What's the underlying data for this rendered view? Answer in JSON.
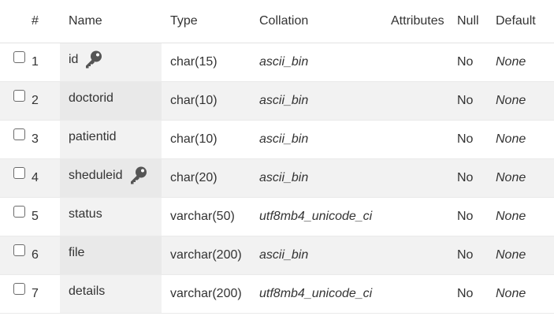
{
  "headers": {
    "num": "#",
    "name": "Name",
    "type": "Type",
    "collation": "Collation",
    "attributes": "Attributes",
    "null": "Null",
    "default": "Default"
  },
  "rows": [
    {
      "num": "1",
      "name": "id",
      "type": "char(15)",
      "collation": "ascii_bin",
      "attributes": "",
      "null": "No",
      "default": "None",
      "key_icon": "key-icon"
    },
    {
      "num": "2",
      "name": "doctorid",
      "type": "char(10)",
      "collation": "ascii_bin",
      "attributes": "",
      "null": "No",
      "default": "None",
      "key_icon": ""
    },
    {
      "num": "3",
      "name": "patientid",
      "type": "char(10)",
      "collation": "ascii_bin",
      "attributes": "",
      "null": "No",
      "default": "None",
      "key_icon": ""
    },
    {
      "num": "4",
      "name": "sheduleid",
      "type": "char(20)",
      "collation": "ascii_bin",
      "attributes": "",
      "null": "No",
      "default": "None",
      "key_icon": "key-icon"
    },
    {
      "num": "5",
      "name": "status",
      "type": "varchar(50)",
      "collation": "utf8mb4_unicode_ci",
      "attributes": "",
      "null": "No",
      "default": "None",
      "key_icon": ""
    },
    {
      "num": "6",
      "name": "file",
      "type": "varchar(200)",
      "collation": "ascii_bin",
      "attributes": "",
      "null": "No",
      "default": "None",
      "key_icon": ""
    },
    {
      "num": "7",
      "name": "details",
      "type": "varchar(200)",
      "collation": "utf8mb4_unicode_ci",
      "attributes": "",
      "null": "No",
      "default": "None",
      "key_icon": ""
    }
  ],
  "colors": {
    "row_alt": "#f2f2f2",
    "name_cell_bg": "#e9e9e9",
    "key_icon": "#555555",
    "text": "#333333"
  }
}
